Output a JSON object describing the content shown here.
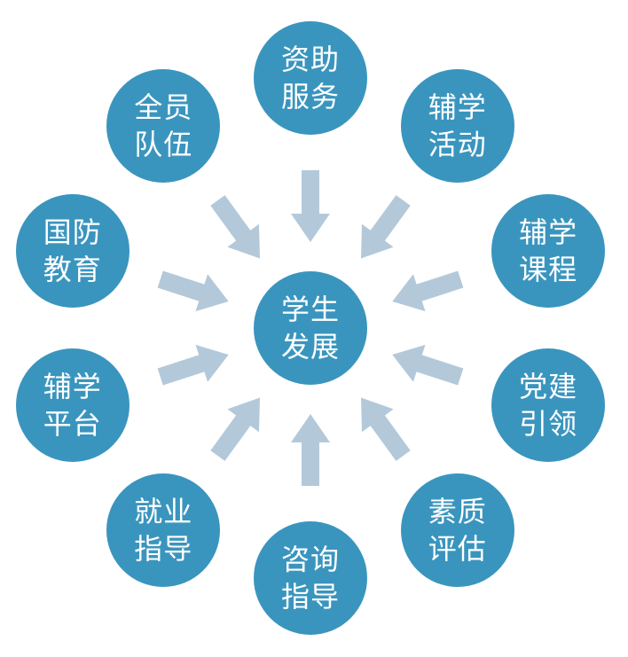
{
  "colors": {
    "node": "#3a95be",
    "arrow": "#b3c9da",
    "text": "#ffffff"
  },
  "center": {
    "line1": "学生",
    "line2": "发展"
  },
  "nodes": [
    {
      "id": "zizhu-fuwu",
      "line1": "资助",
      "line2": "服务"
    },
    {
      "id": "fuxue-huodong",
      "line1": "辅学",
      "line2": "活动"
    },
    {
      "id": "fuxue-kecheng",
      "line1": "辅学",
      "line2": "课程"
    },
    {
      "id": "dangjian-yinling",
      "line1": "党建",
      "line2": "引领"
    },
    {
      "id": "suzhi-pinggu",
      "line1": "素质",
      "line2": "评估"
    },
    {
      "id": "zixun-zhidao",
      "line1": "咨询",
      "line2": "指导"
    },
    {
      "id": "jiuye-zhidao",
      "line1": "就业",
      "line2": "指导"
    },
    {
      "id": "fuxue-pingtai",
      "line1": "辅学",
      "line2": "平台"
    },
    {
      "id": "guofang-jiaoyu",
      "line1": "国防",
      "line2": "教育"
    },
    {
      "id": "quanyuan-duiwu",
      "line1": "全员",
      "line2": "队伍"
    }
  ]
}
